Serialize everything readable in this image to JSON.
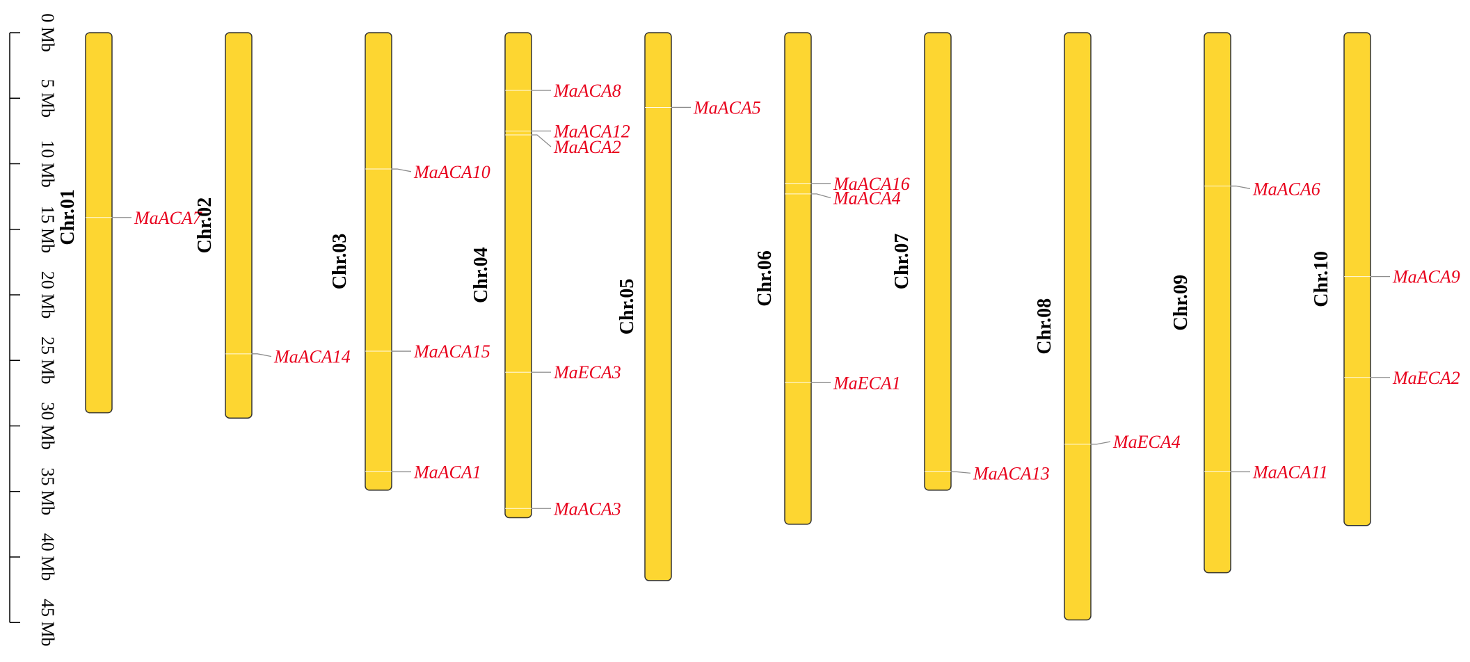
{
  "scale": {
    "unit": "Mb",
    "ticks": [
      "0 Mb",
      "5 Mb",
      "10 Mb",
      "15 Mb",
      "20 Mb",
      "25 Mb",
      "30 Mb",
      "35 Mb",
      "40 Mb",
      "45 Mb"
    ],
    "max": 45
  },
  "colors": {
    "chromosome_fill": "#fdd631",
    "chromosome_stroke": "#333333",
    "gene_label": "#e8001c",
    "gene_line": "#8c8c8c",
    "text": "#000000"
  },
  "chromosomes": [
    {
      "name": "Chr.01",
      "length": 29.0,
      "genes": [
        {
          "name": "MaACA7",
          "pos": 14.1,
          "label_pos": 14.1
        }
      ]
    },
    {
      "name": "Chr.02",
      "length": 29.4,
      "genes": [
        {
          "name": "MaACA14",
          "pos": 24.5,
          "label_pos": 24.7
        }
      ]
    },
    {
      "name": "Chr.03",
      "length": 34.9,
      "genes": [
        {
          "name": "MaACA10",
          "pos": 10.4,
          "label_pos": 10.6
        },
        {
          "name": "MaACA15",
          "pos": 24.3,
          "label_pos": 24.3
        },
        {
          "name": "MaACA1",
          "pos": 33.5,
          "label_pos": 33.5
        }
      ]
    },
    {
      "name": "Chr.04",
      "length": 37.0,
      "genes": [
        {
          "name": "MaACA8",
          "pos": 4.4,
          "label_pos": 4.4
        },
        {
          "name": "MaACA12",
          "pos": 7.5,
          "label_pos": 7.5
        },
        {
          "name": "MaACA2",
          "pos": 7.8,
          "label_pos": 8.7
        },
        {
          "name": "MaECA3",
          "pos": 25.9,
          "label_pos": 25.9
        },
        {
          "name": "MaACA3",
          "pos": 36.3,
          "label_pos": 36.3
        }
      ]
    },
    {
      "name": "Chr.05",
      "length": 41.8,
      "genes": [
        {
          "name": "MaACA5",
          "pos": 5.7,
          "label_pos": 5.7
        }
      ]
    },
    {
      "name": "Chr.06",
      "length": 37.5,
      "genes": [
        {
          "name": "MaACA16",
          "pos": 11.5,
          "label_pos": 11.5
        },
        {
          "name": "MaACA4",
          "pos": 12.3,
          "label_pos": 12.6
        },
        {
          "name": "MaECA1",
          "pos": 26.7,
          "label_pos": 26.7
        }
      ]
    },
    {
      "name": "Chr.07",
      "length": 34.9,
      "genes": [
        {
          "name": "MaACA13",
          "pos": 33.5,
          "label_pos": 33.6
        }
      ]
    },
    {
      "name": "Chr.08",
      "length": 44.8,
      "genes": [
        {
          "name": "MaECA4",
          "pos": 31.4,
          "label_pos": 31.2
        }
      ]
    },
    {
      "name": "Chr.09",
      "length": 41.2,
      "genes": [
        {
          "name": "MaACA6",
          "pos": 11.7,
          "label_pos": 11.9
        },
        {
          "name": "MaACA11",
          "pos": 33.5,
          "label_pos": 33.5
        }
      ]
    },
    {
      "name": "Chr.10",
      "length": 37.6,
      "genes": [
        {
          "name": "MaACA9",
          "pos": 18.6,
          "label_pos": 18.6
        },
        {
          "name": "MaECA2",
          "pos": 26.3,
          "label_pos": 26.3
        }
      ]
    }
  ]
}
